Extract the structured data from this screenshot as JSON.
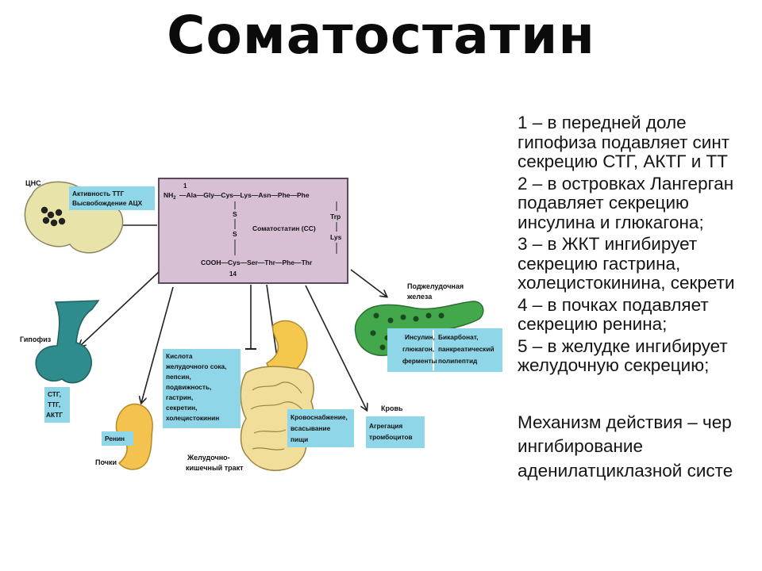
{
  "title": "Соматостатин",
  "notes": [
    {
      "lines": [
        "1 – в передней доле",
        "гипофиза подавляет синт",
        "секрецию СТГ, АКТГ и ТТ"
      ]
    },
    {
      "lines": [
        "2 – в островках Лангерган",
        "подавляет секрецию",
        "инсулина и глюкагона;"
      ]
    },
    {
      "lines": [
        "3 – в ЖКТ ингибирует",
        "секрецию гастрина,",
        "холецистокинина, секрети"
      ]
    },
    {
      "lines": [
        "4 – в почках подавляет",
        "секрецию ренина;"
      ]
    },
    {
      "lines": [
        "5 – в желудке ингибирует",
        "желудочную секрецию;"
      ]
    }
  ],
  "mechanism": [
    "Механизм действия – чер",
    "ингибирование",
    "аденилатциклазной систе"
  ],
  "diagram": {
    "peptide": {
      "num_top": "1",
      "nh2": "NH",
      "nh2_sub": "2",
      "row_top": "—Ala—Gly—Cys—Lys—Asn—Phe—Phe",
      "s1": "S",
      "s2": "S",
      "trp": "Trp",
      "lys": "Lys",
      "name": "Соматостатин (СС)",
      "row_bottom": "COOH—Cys—Ser—Thr—Phe—Thr",
      "num_bottom": "14",
      "colors": {
        "box": "#d7bfd4",
        "border": "#5a4a5a"
      }
    },
    "cns": {
      "label": "ЦНС",
      "box": [
        "Активность ТТГ",
        "Высвобождение АЦХ"
      ]
    },
    "pituitary": {
      "label": "Гипофиз",
      "box": [
        "СТГ,",
        "ТТГ,",
        "АКТГ"
      ]
    },
    "kidney": {
      "label": "Почки",
      "box": [
        "Ренин"
      ]
    },
    "stomach": {
      "box": [
        "Кислота",
        "желудочного сока,",
        "пепсин,",
        "подвижность,",
        "гастрин,",
        "секретин,",
        "холецистокинин"
      ]
    },
    "gut": {
      "label": [
        "Желудочно-",
        "кишечный тракт"
      ],
      "box": [
        "Кровоснабжение,",
        "всасывание",
        "пищи"
      ]
    },
    "pancreas": {
      "label": [
        "Поджелудочная",
        "железа"
      ],
      "box_left": [
        "Инсулин,",
        "глюкагон,",
        "ферменты"
      ],
      "box_right": [
        "Бикарбонат,",
        "панкреатический",
        "полипептид"
      ]
    },
    "blood": {
      "label": "Кровь",
      "box": [
        "Агрегация",
        "тромбоцитов"
      ]
    },
    "colors": {
      "label_box": "#8fd7e8",
      "cns_organ": "#e8e3a8",
      "pituitary_organ": "#2f8c8c",
      "kidney_organ": "#f3c24f",
      "stomach_organ": "#f4c84c",
      "intestine_organ": "#f1de9a",
      "pancreas_organ": "#43a84c"
    }
  }
}
